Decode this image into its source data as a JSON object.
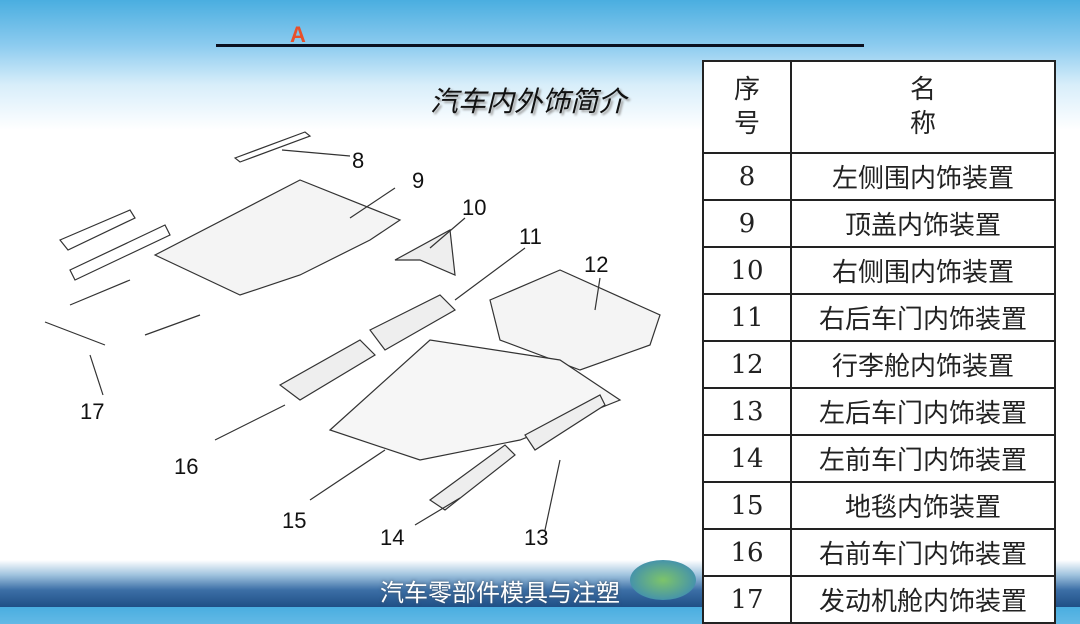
{
  "header": {
    "letter": "A",
    "title": "汽车内外饰简介"
  },
  "diagram": {
    "labels": [
      "8",
      "9",
      "10",
      "11",
      "12",
      "13",
      "14",
      "15",
      "16",
      "17"
    ]
  },
  "table": {
    "header": {
      "col1": "序\n号",
      "col2": "名\n称"
    },
    "rows": [
      {
        "no": "8",
        "name": "左侧围内饰装置"
      },
      {
        "no": "9",
        "name": "顶盖内饰装置"
      },
      {
        "no": "10",
        "name": "右侧围内饰装置"
      },
      {
        "no": "11",
        "name": "右后车门内饰装置"
      },
      {
        "no": "12",
        "name": "行李舱内饰装置"
      },
      {
        "no": "13",
        "name": "左后车门内饰装置"
      },
      {
        "no": "14",
        "name": "左前车门内饰装置"
      },
      {
        "no": "15",
        "name": "地毯内饰装置"
      },
      {
        "no": "16",
        "name": "右前车门内饰装置"
      },
      {
        "no": "17",
        "name": "发动机舱内饰装置"
      }
    ]
  },
  "watermark": "汽车零部件模具与注塑"
}
